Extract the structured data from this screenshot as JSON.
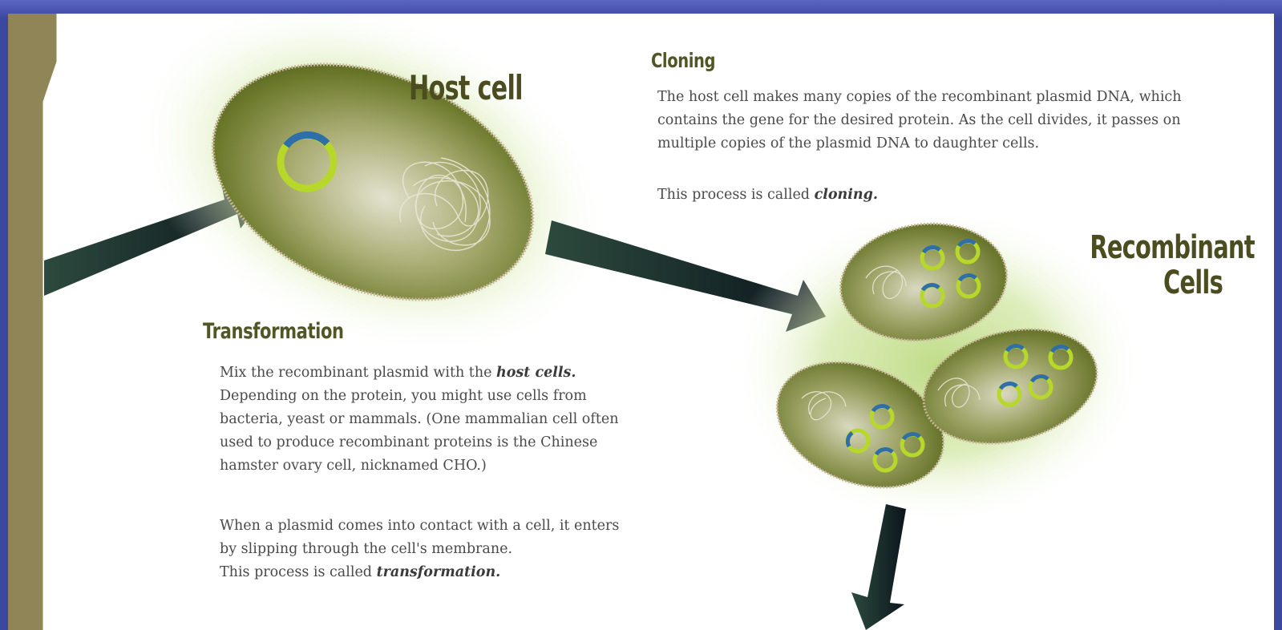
{
  "colors": {
    "slide_background": "#3f4a9c",
    "page": "#ffffff",
    "tab_edge": "#8f8556",
    "cell_green": "#6f7f2c",
    "plasmid_lime": "#b7d82a",
    "plasmid_blue": "#2f6fa8",
    "arrow": "#0f1f24",
    "heading": "#525525"
  },
  "labels": {
    "host_cell": "Host cell",
    "recombinant_line1": "Recombinant",
    "recombinant_line2": "Cells"
  },
  "cloning": {
    "title": "Cloning",
    "paragraph1": "The host cell makes many copies of the recombinant plasmid DNA, which contains the gene for the desired protein.  As the cell divides, it passes on multiple copies of the plasmid DNA to daughter cells.",
    "paragraph2_prefix": "This process is called ",
    "paragraph2_term": "cloning."
  },
  "transformation": {
    "title": "Transformation",
    "paragraph1_prefix": "Mix the recombinant plasmid with the ",
    "paragraph1_term": "host cells.",
    "paragraph1_rest": " Depending on the protein, you might use cells from bacteria, yeast or mammals. (One mammalian cell often used to produce recombinant proteins is the Chinese hamster ovary cell, nicknamed CHO.)",
    "paragraph2": "When a plasmid comes into contact with a cell, it enters by slipping through the cell's membrane.",
    "paragraph3_prefix": "This process is called ",
    "paragraph3_term": "transformation."
  },
  "icons": [
    "host-cell-icon",
    "plasmid-icon",
    "chromosome-icon",
    "recombinant-cell-icon",
    "arrow-icon"
  ]
}
